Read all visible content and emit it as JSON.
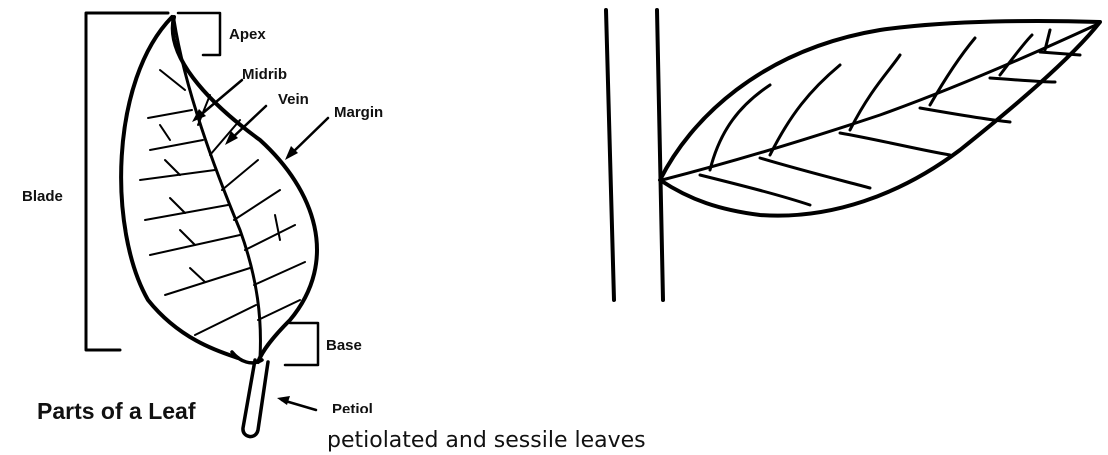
{
  "parts_of_leaf": {
    "title": "Parts of a Leaf",
    "labels": {
      "apex": "Apex",
      "midrib": "Midrib",
      "vein": "Vein",
      "margin": "Margin",
      "blade": "Blade",
      "base": "Base",
      "petiole_partial": "Petiol"
    }
  },
  "leaf_types": {
    "caption": "petiolated and sessile leaves"
  },
  "colors": {
    "ink": "#000000",
    "background": "#ffffff"
  }
}
